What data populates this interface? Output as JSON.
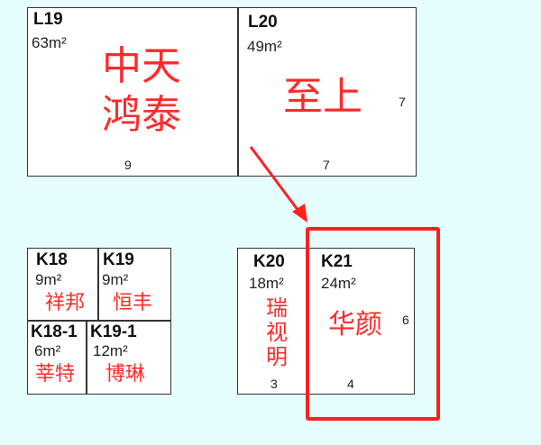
{
  "units": [
    {
      "code": "L19",
      "area": "63m²",
      "tenant": [
        "中天",
        "鸿泰"
      ],
      "dim": "9"
    },
    {
      "code": "L20",
      "area": "49m²",
      "tenant": [
        "至上"
      ],
      "dims": [
        "7",
        "7"
      ]
    },
    {
      "code": "K18",
      "area": "9m²",
      "tenant": "祥邦"
    },
    {
      "code": "K19",
      "area": "9m²",
      "tenant": "恒丰"
    },
    {
      "code": "K18-1",
      "area": "6m²",
      "tenant": "莘特"
    },
    {
      "code": "K19-1",
      "area": "12m²",
      "tenant": "博琳"
    },
    {
      "code": "K20",
      "area": "18m²",
      "tenant": [
        "瑞",
        "视",
        "明"
      ],
      "dim": "3"
    },
    {
      "code": "K21",
      "area": "24m²",
      "tenant": "华颜",
      "dims": [
        "6",
        "4"
      ]
    }
  ],
  "highlight_color": "#ff2020",
  "tenant_text_color": "#ff2a2a"
}
